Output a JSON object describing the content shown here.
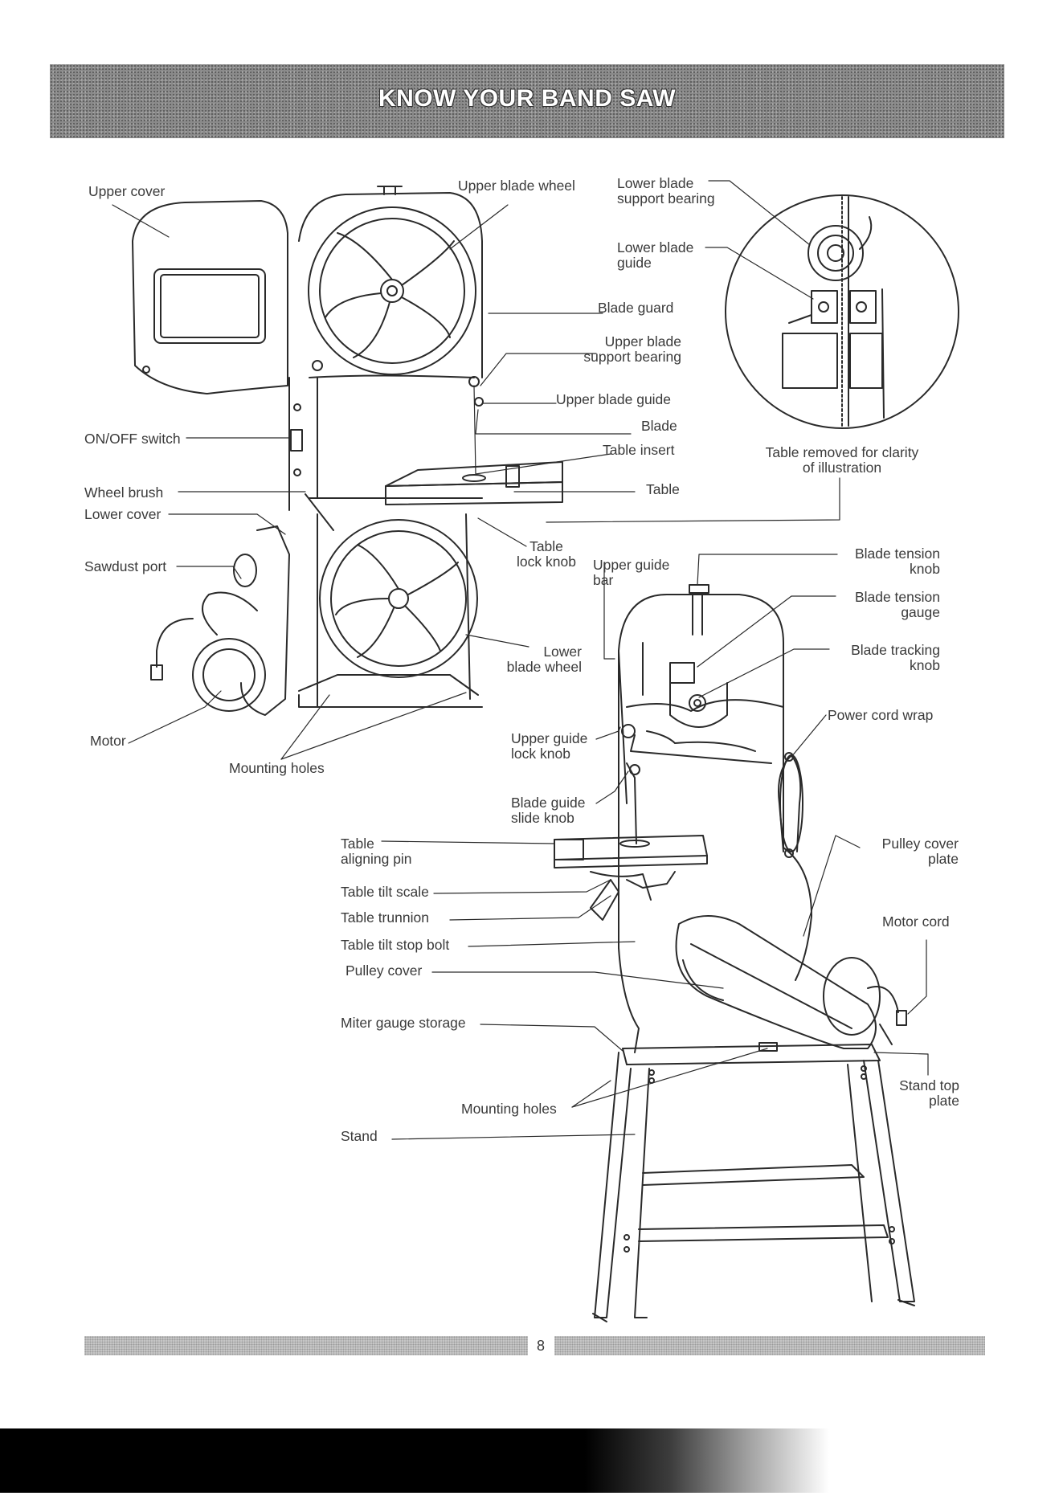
{
  "header": {
    "title": "KNOW YOUR BAND SAW"
  },
  "labels": {
    "upper_cover": "Upper cover",
    "upper_blade_wheel": "Upper blade wheel",
    "lower_blade_support_bearing": "Lower blade\nsupport bearing",
    "lower_blade_guide": "Lower blade\nguide",
    "blade_guard": "Blade guard",
    "upper_blade_support_bearing": "Upper blade\nsupport bearing",
    "upper_blade_guide": "Upper blade guide",
    "blade": "Blade",
    "table_insert": "Table insert",
    "table": "Table",
    "table_removed": "Table removed for clarity\nof illustration",
    "on_off_switch": "ON/OFF switch",
    "wheel_brush": "Wheel brush",
    "lower_cover": "Lower cover",
    "sawdust_port": "Sawdust port",
    "table_lock_knob": "Table\nlock knob",
    "upper_guide_bar": "Upper guide\nbar",
    "blade_tension_knob": "Blade tension\nknob",
    "blade_tension_gauge": "Blade tension\ngauge",
    "blade_tracking_knob": "Blade tracking\nknob",
    "lower_blade_wheel": "Lower\nblade wheel",
    "power_cord_wrap": "Power cord wrap",
    "motor": "Motor",
    "mounting_holes_upper": "Mounting holes",
    "upper_guide_lock_knob": "Upper guide\nlock knob",
    "blade_guide_slide_knob": "Blade guide\nslide knob",
    "table_aligning_pin": "Table\naligning pin",
    "pulley_cover_plate": "Pulley cover\nplate",
    "table_tilt_scale": "Table tilt scale",
    "table_trunnion": "Table trunnion",
    "motor_cord": "Motor cord",
    "table_tilt_stop_bolt": "Table tilt stop bolt",
    "pulley_cover": "Pulley cover",
    "miter_gauge_storage": "Miter gauge storage",
    "stand_top_plate": "Stand top\nplate",
    "mounting_holes_lower": "Mounting holes",
    "stand": "Stand"
  },
  "footer": {
    "page_number": "8"
  }
}
